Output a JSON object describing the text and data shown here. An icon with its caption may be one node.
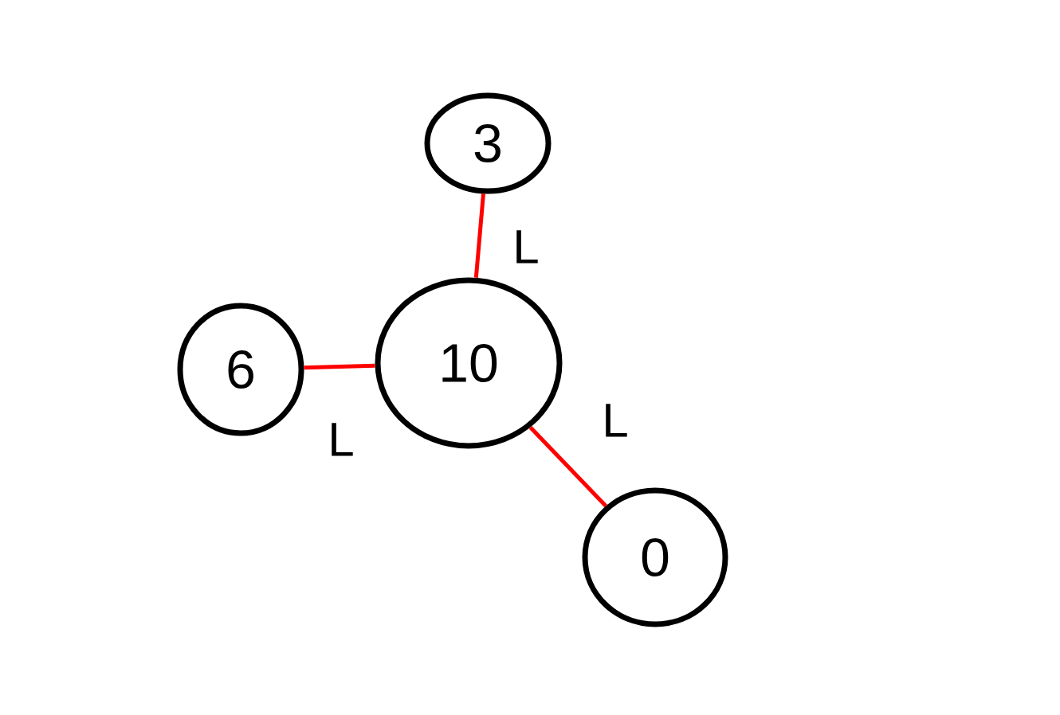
{
  "diagram": {
    "nodes": [
      {
        "text": [
          "10"
        ]
      },
      {
        "text": [
          "3"
        ]
      },
      {
        "text": [
          "6"
        ]
      },
      {
        "text": [
          "0"
        ]
      }
    ],
    "edges": [
      {
        "from": 0,
        "to": 1,
        "arrow": "none",
        "label": "L"
      },
      {
        "from": 0,
        "to": 2,
        "arrow": "none",
        "label": "L"
      },
      {
        "from": 0,
        "to": 3,
        "arrow": "none",
        "label": "L"
      }
    ]
  }
}
